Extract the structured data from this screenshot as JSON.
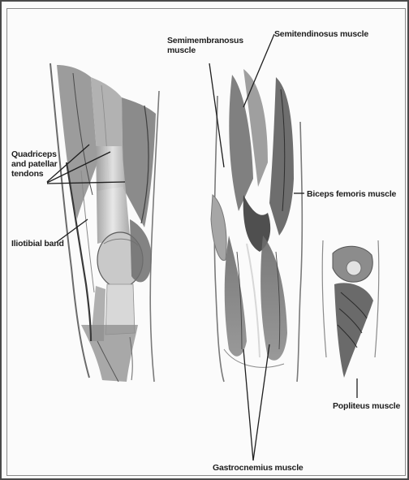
{
  "labels": {
    "quad_line1": "Quadriceps",
    "quad_line2": "and patellar",
    "quad_line3": "tendons",
    "iliotibial": "Iliotibial band",
    "semimem_line1": "Semimembranosus",
    "semimem_line2": "muscle",
    "semitend": "Semitendinosus muscle",
    "biceps": "Biceps femoris muscle",
    "popliteus": "Popliteus muscle",
    "gastrocnemius": "Gastrocnemius muscle"
  }
}
